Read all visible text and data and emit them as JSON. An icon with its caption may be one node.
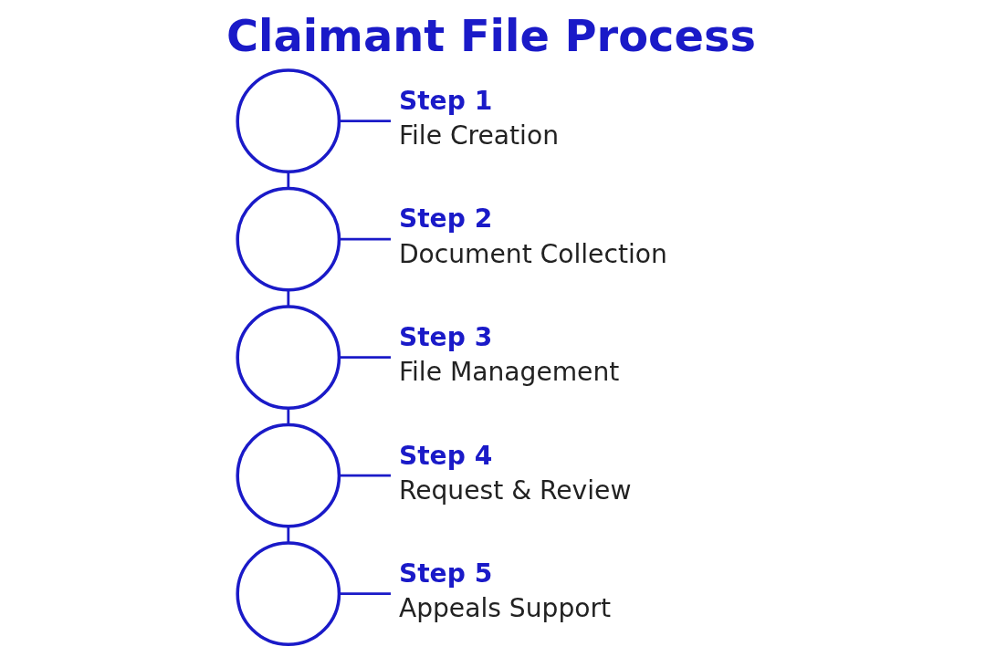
{
  "diagram": {
    "title": "Claimant File Process",
    "nodes": [
      {
        "text": [],
        "shape": "circle"
      },
      {
        "text": [
          "Step 1",
          "File Creation"
        ]
      },
      {
        "text": [],
        "shape": "circle"
      },
      {
        "text": [
          "Step 2",
          "Document Collection"
        ]
      },
      {
        "text": [],
        "shape": "circle"
      },
      {
        "text": [
          "Step 3",
          "File Management"
        ]
      },
      {
        "text": [],
        "shape": "circle"
      },
      {
        "text": [
          "Step 4",
          "Request & Review"
        ]
      },
      {
        "text": [],
        "shape": "circle"
      },
      {
        "text": [
          "Step 5",
          "Appeals Support"
        ]
      }
    ],
    "edges": [
      {
        "from": 0,
        "to": 1,
        "arrow": "none"
      },
      {
        "from": 0,
        "to": 2,
        "arrow": "none"
      },
      {
        "from": 2,
        "to": 3,
        "arrow": "none"
      },
      {
        "from": 2,
        "to": 4,
        "arrow": "none"
      },
      {
        "from": 4,
        "to": 5,
        "arrow": "none"
      },
      {
        "from": 4,
        "to": 6,
        "arrow": "none"
      },
      {
        "from": 6,
        "to": 7,
        "arrow": "none"
      },
      {
        "from": 6,
        "to": 8,
        "arrow": "none"
      },
      {
        "from": 8,
        "to": 9,
        "arrow": "none"
      }
    ]
  }
}
